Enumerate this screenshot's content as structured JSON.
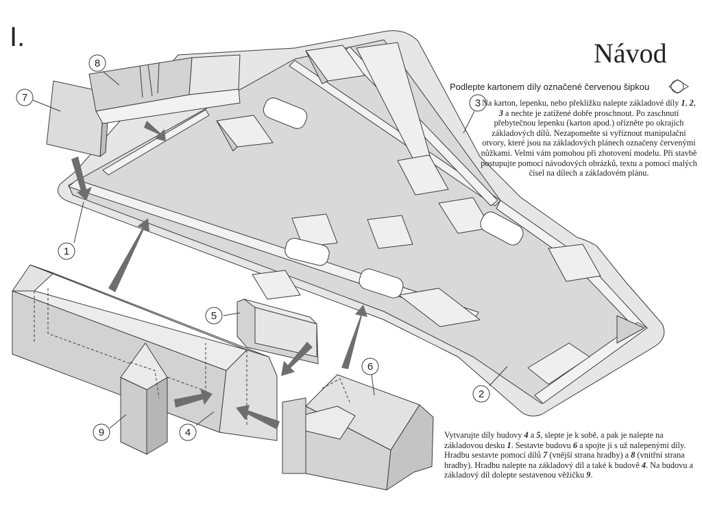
{
  "step_label": "I.",
  "title": "Návod",
  "reinforce_note": "Podlepte kartonem díly označené červenou šipkou",
  "intro_paragraph": {
    "segments": [
      {
        "t": "Na karton, lepenku, nebo překližku nalepte základové díly "
      },
      {
        "t": "1",
        "b": true
      },
      {
        "t": ", "
      },
      {
        "t": "2",
        "b": true
      },
      {
        "t": ", "
      },
      {
        "t": "3",
        "b": true
      },
      {
        "t": " a nechte je zatížené dobře proschnout. Po zaschnutí přebytečnou lepenku (karton apod.) ořízněte po okrajích základových dílů. Nezapomeňte si vyříznout manipulační otvory, které jsou na základových plánech označeny červenými nůžkami. Velmi vám pomohou při zhotovení modelu. Při stavbě postupujte pomocí návodových obrázků, textu a pomocí malých čísel na dílech a základovém plánu."
      }
    ]
  },
  "assembly_paragraph": {
    "segments": [
      {
        "t": "Vytvarujte díly budovy "
      },
      {
        "t": "4",
        "b": true
      },
      {
        "t": " a "
      },
      {
        "t": "5",
        "b": true
      },
      {
        "t": ", slepte je k sobě, a pak je nalepte na základovou desku "
      },
      {
        "t": "1",
        "b": true
      },
      {
        "t": ". Sestavte budovu "
      },
      {
        "t": "6",
        "b": true
      },
      {
        "t": " a spojte ji s už nalepenými díly. Hradbu sestavte pomocí dílů "
      },
      {
        "t": "7",
        "b": true
      },
      {
        "t": " (vnější strana hradby) a "
      },
      {
        "t": "8",
        "b": true
      },
      {
        "t": " (vnitřní strana hradby). Hradbu nalepte na základový díl a také k budově "
      },
      {
        "t": "4",
        "b": true
      },
      {
        "t": ".  Na budovu a základový díl dolepte sestavenou věžičku "
      },
      {
        "t": "9",
        "b": true
      },
      {
        "t": "."
      }
    ]
  },
  "part_numbers": [
    "1",
    "2",
    "3",
    "4",
    "5",
    "6",
    "7",
    "8",
    "9"
  ],
  "colors": {
    "base_fill": "#e2e2e2",
    "part_fill": "#cfcfcf",
    "part_light": "#ececec",
    "line": "#3a3a3a",
    "arrow": "#6e6e6e"
  }
}
